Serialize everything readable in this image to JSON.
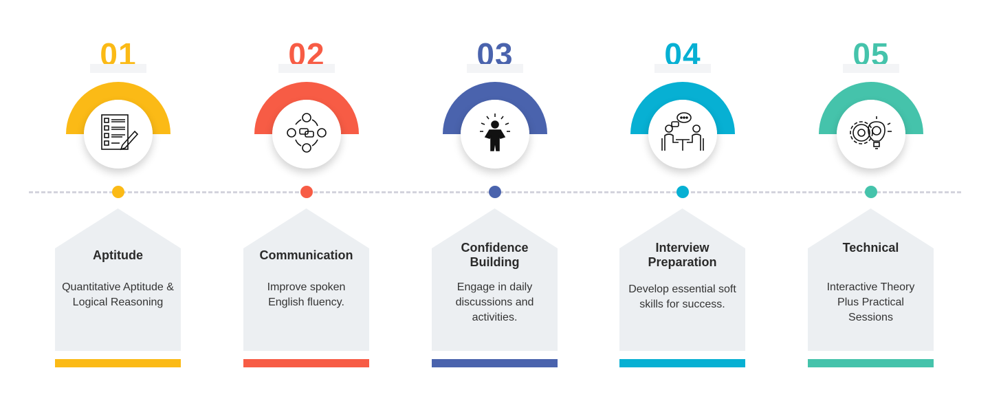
{
  "steps": [
    {
      "number": "01",
      "title": "Aptitude",
      "description": "Quantitative Aptitude & Logical Reasoning",
      "color": "#FBBA16",
      "icon": "checklist-icon"
    },
    {
      "number": "02",
      "title": "Communication",
      "description": "Improve spoken English fluency.",
      "color": "#F75C45",
      "icon": "network-people-icon"
    },
    {
      "number": "03",
      "title": "Confidence Building",
      "description": "Engage in daily discussions and activities.",
      "color": "#4A63AD",
      "icon": "confident-person-icon"
    },
    {
      "number": "04",
      "title": "Interview Preparation",
      "description": "Develop essential soft skills for success.",
      "color": "#07B0D3",
      "icon": "interview-icon"
    },
    {
      "number": "05",
      "title": "Technical",
      "description": "Interactive Theory Plus Practical Sessions",
      "color": "#45C3AB",
      "icon": "gear-bulb-icon"
    }
  ]
}
